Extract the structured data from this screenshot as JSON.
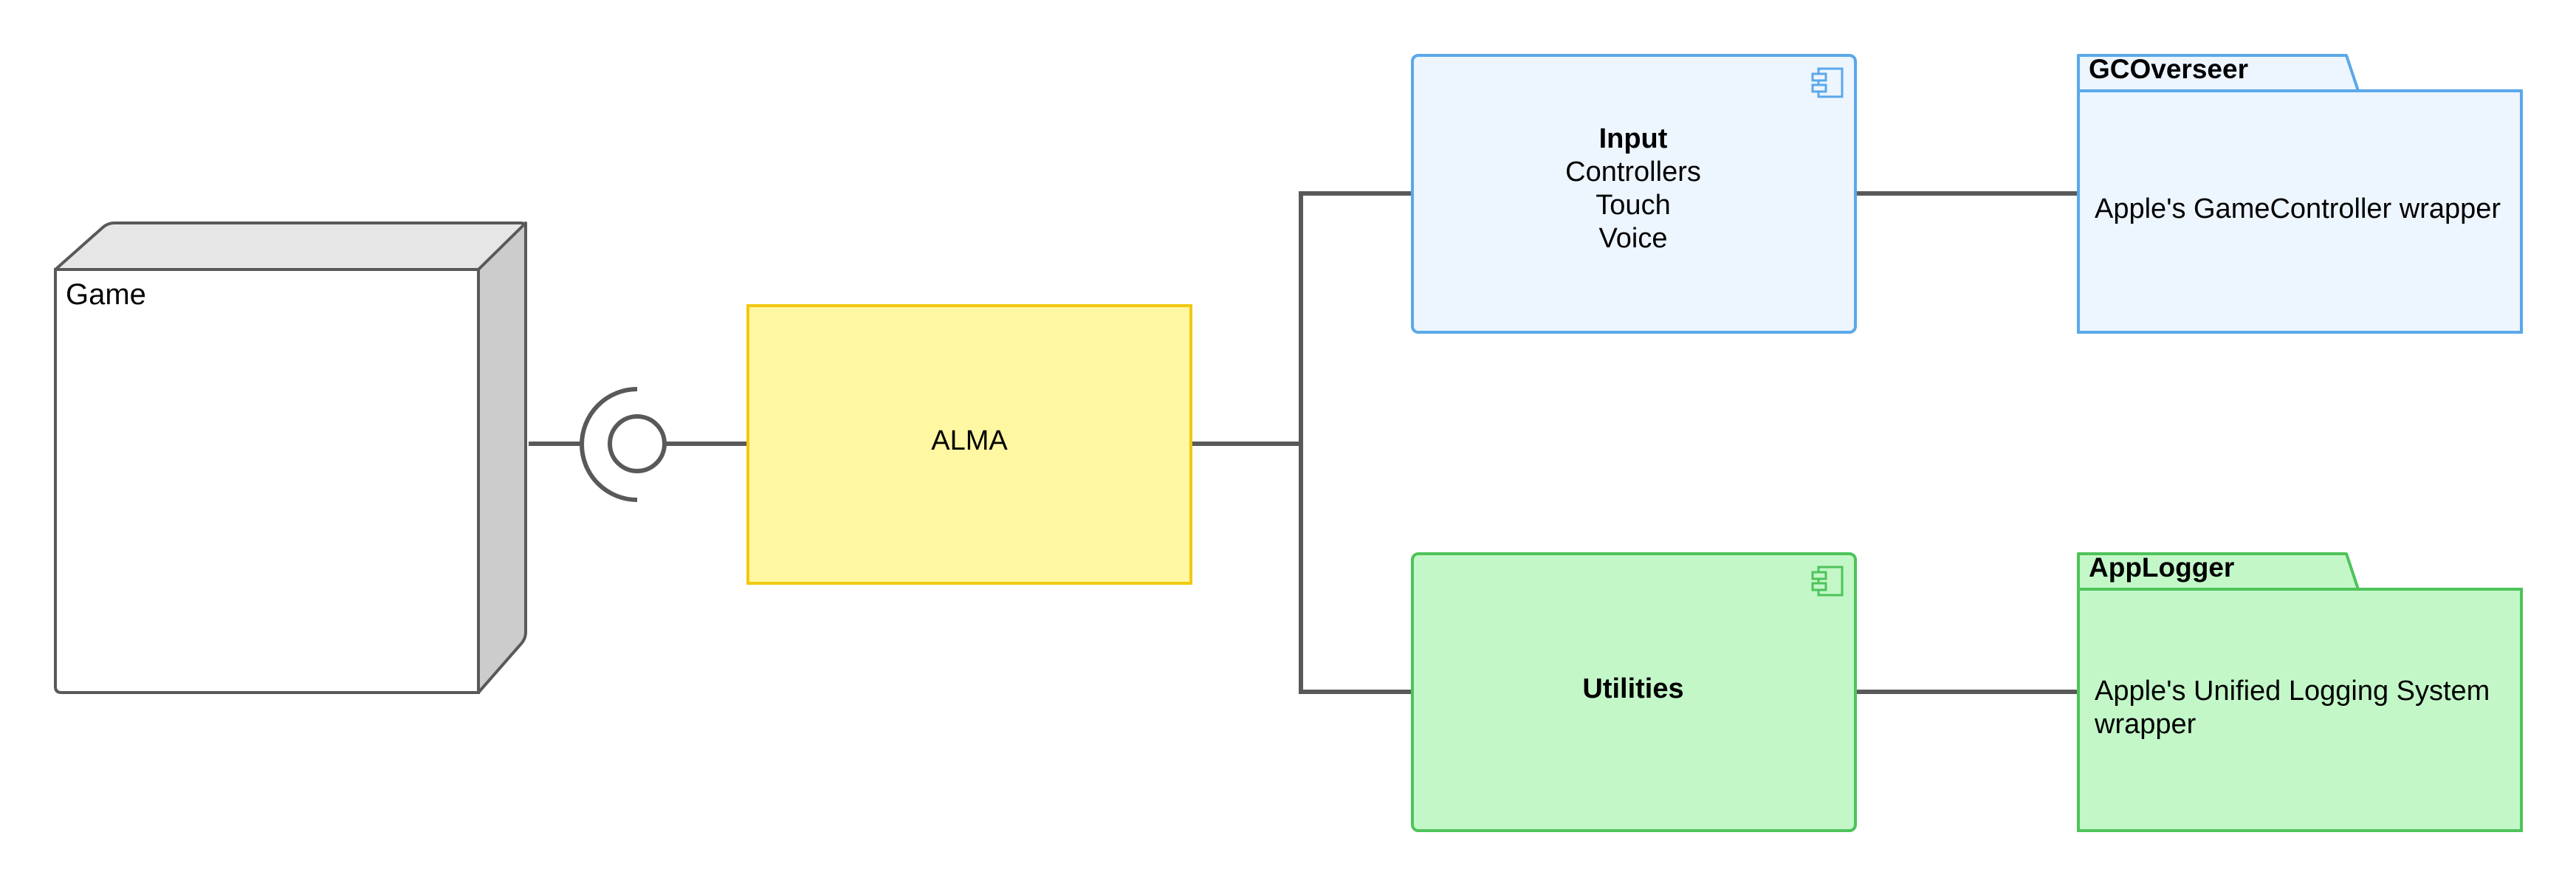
{
  "colors": {
    "line": "#595959",
    "game_fill": "#ffffff",
    "game_top": "#e6e6e6",
    "game_side": "#cccccc",
    "alma_fill": "#fff7a1",
    "alma_stroke": "#f2c811",
    "input_fill": "#edf5ff",
    "input_stroke": "#5ba8ea",
    "utilities_fill": "#c3f7c8",
    "utilities_stroke": "#4ec35a",
    "text": "#000000"
  },
  "nodes": {
    "game": {
      "label": "Game"
    },
    "alma": {
      "label": "ALMA"
    },
    "input": {
      "title": "Input",
      "lines": [
        "Controllers",
        "Touch",
        "Voice"
      ]
    },
    "utilities": {
      "title": "Utilities"
    },
    "gcoverseer": {
      "tab_label": "GCOverseer",
      "description": "Apple's GameController wrapper"
    },
    "applogger": {
      "tab_label": "AppLogger",
      "description_lines": [
        "Apple's Unified Logging System",
        "wrapper"
      ]
    }
  },
  "icons": {
    "component_icon": "component-icon",
    "interface_symbol": "lollipop-socket-icon"
  }
}
